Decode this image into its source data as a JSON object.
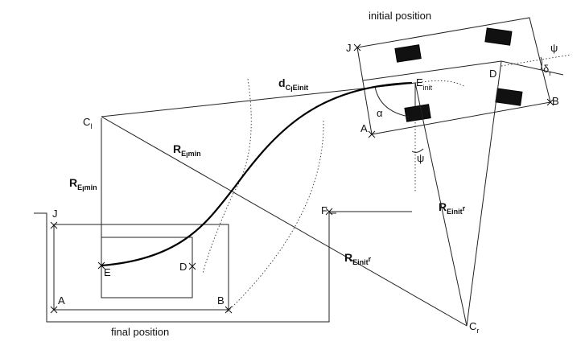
{
  "captions": {
    "initial": "initial position",
    "final": "final position"
  },
  "initial_car": {
    "J": "J",
    "A": "A",
    "B": "B",
    "D": "D",
    "E_base": "E",
    "E_sub": "init",
    "alpha": "α",
    "psi_lower": "ψ",
    "psi_upper": "ψ",
    "delta_base": "δ",
    "delta_sub": "r"
  },
  "final_car": {
    "J": "J",
    "A": "A",
    "B": "B",
    "D": "D",
    "E": "E",
    "F": "F"
  },
  "centers": {
    "Cl_base": "C",
    "Cl_sub": "l",
    "Cr_base": "C",
    "Cr_sub": "r"
  },
  "radii": {
    "d_base": "d",
    "d_sub": "C",
    "d_sub2": "l",
    "d_sub3": "E",
    "d_sub4": "init",
    "R1_base": "R",
    "R1_sub": "E",
    "R1_sub2": "l",
    "R1_sub3": "min",
    "R2_base": "R",
    "R2_sub": "E",
    "R2_sub2": "l",
    "R2_sub3": "min",
    "R3_base": "R",
    "R3_sub": "E",
    "R3_sub2": "init",
    "R3_sub3": "r",
    "R4_base": "R",
    "R4_sub": "E",
    "R4_sub2": "init",
    "R4_sub3": "r"
  }
}
